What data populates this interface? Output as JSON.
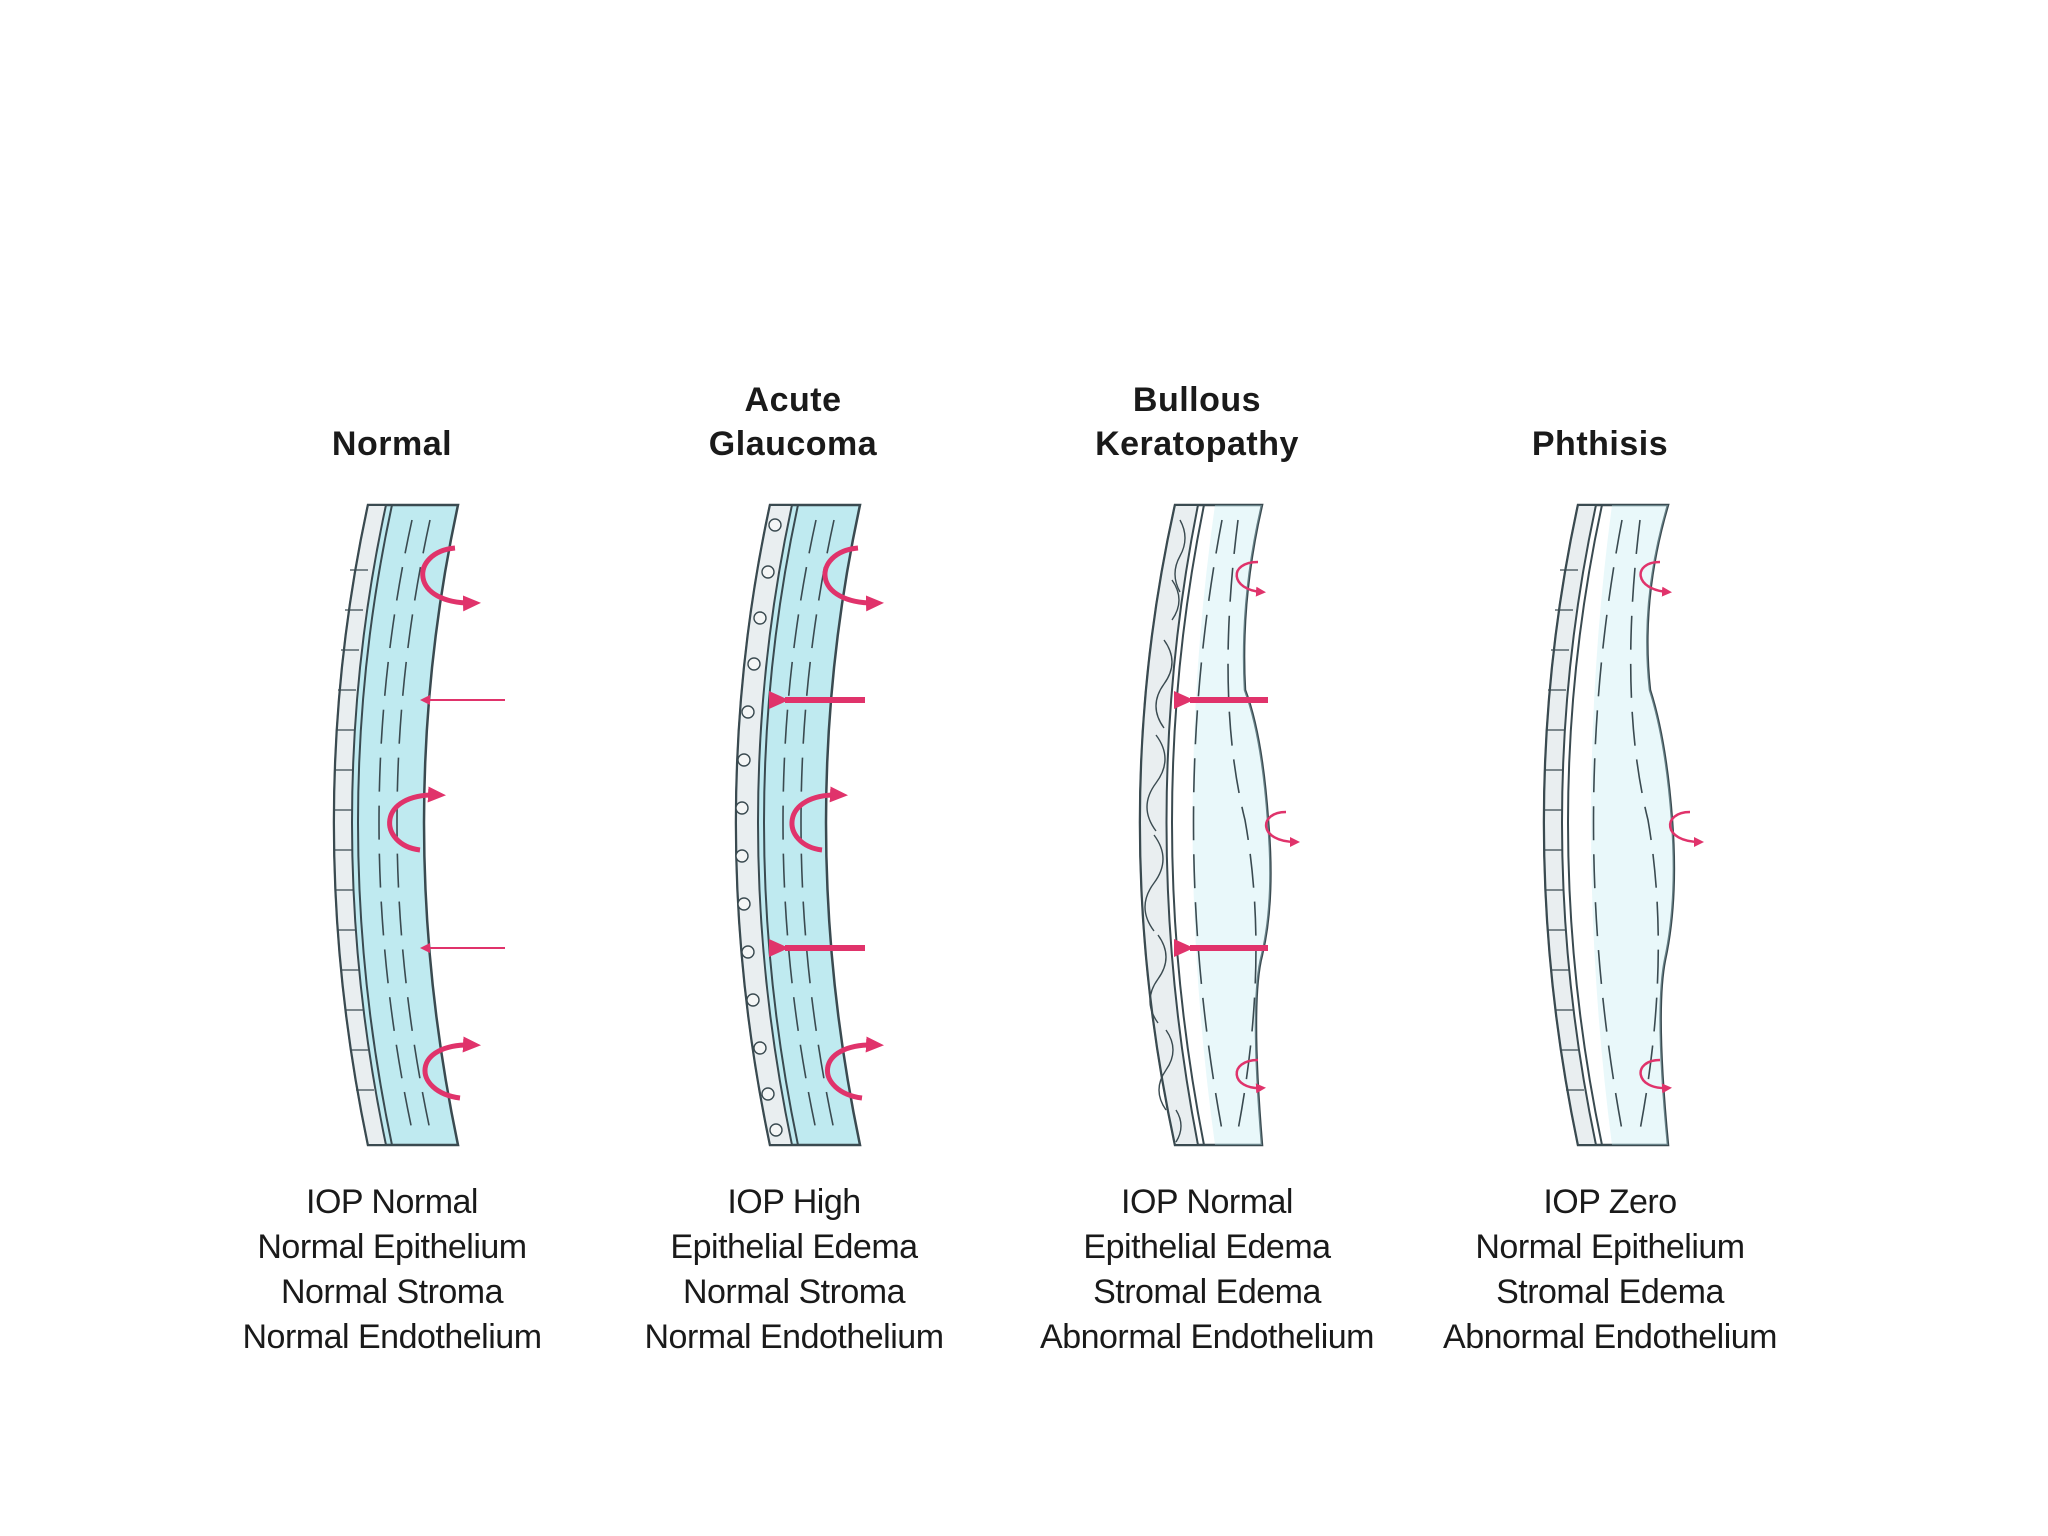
{
  "panels": [
    {
      "title_lines": [
        "Normal"
      ],
      "caption_lines": [
        "IOP Normal",
        "Normal Epithelium",
        "Normal Stroma",
        "Normal Endothelium"
      ]
    },
    {
      "title_lines": [
        "Acute",
        "Glaucoma"
      ],
      "caption_lines": [
        "IOP High",
        "Epithelial Edema",
        "Normal Stroma",
        "Normal Endothelium"
      ]
    },
    {
      "title_lines": [
        "Bullous",
        "Keratopathy"
      ],
      "caption_lines": [
        "IOP Normal",
        "Epithelial Edema",
        "Stromal Edema",
        "Abnormal Endothelium"
      ]
    },
    {
      "title_lines": [
        "Phthisis"
      ],
      "caption_lines": [
        "IOP Zero",
        "Normal Epithelium",
        "Stromal Edema",
        "Abnormal Endothelium"
      ]
    }
  ],
  "colors": {
    "stroma_fill": "#bfeaf0",
    "edema_fill": "#ffffff",
    "epithelium_fill": "#e9eef0",
    "outline": "#3a4a50",
    "arrow": "#e0336b"
  }
}
